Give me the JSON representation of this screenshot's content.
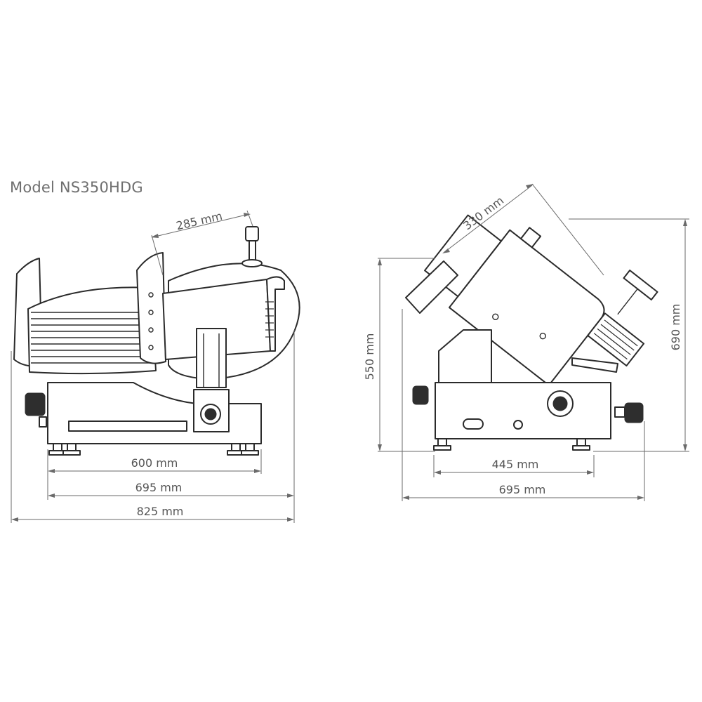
{
  "title": "Model NS350HDG",
  "front_view": {
    "dims": {
      "top": "285 mm",
      "base": "600 mm",
      "mid": "695 mm",
      "overall": "825 mm"
    }
  },
  "side_view": {
    "dims": {
      "diag": "330 mm",
      "base": "445 mm",
      "width": "695 mm",
      "left_height": "550 mm",
      "right_height": "690 mm"
    }
  },
  "colors": {
    "line": "#2b2b2b",
    "dimension": "#6a6a6a",
    "title": "#6f6f6f"
  }
}
